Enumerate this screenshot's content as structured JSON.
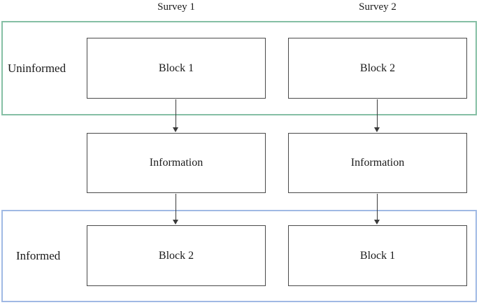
{
  "diagram": {
    "description": "Survey flow diagram with uninformed and informed blocks",
    "background_color": "#ffffff",
    "box_border_color": "#4a4a4a",
    "arrow_color": "#3a3a3a",
    "columns": [
      {
        "header": "Survey 1",
        "uninformed_block": "Block 1",
        "information_block": "Information",
        "informed_block": "Block 2"
      },
      {
        "header": "Survey 2",
        "uninformed_block": "Block 2",
        "information_block": "Information",
        "informed_block": "Block 1"
      }
    ],
    "groups": {
      "uninformed": {
        "label": "Uninformed",
        "border_color": "#85BFA4"
      },
      "informed": {
        "label": "Informed",
        "border_color": "#A0B9E4"
      }
    }
  }
}
